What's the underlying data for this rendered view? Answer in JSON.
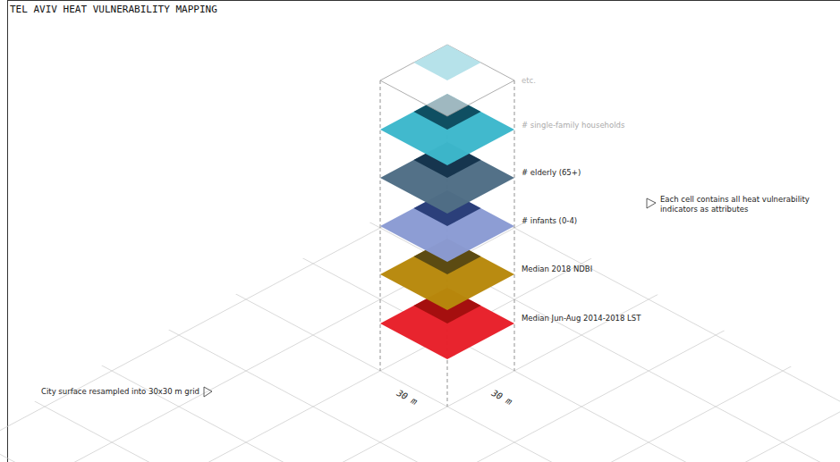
{
  "diagram": {
    "title": "TEL AVIV HEAT VULNERABILITY MAPPING",
    "labels": [
      "etc.",
      "# single-family households",
      "# elderly (65+)",
      "# infants (0-4)",
      "Median 2018 NDBI",
      "Median Jun-Aug 2014-2018 LST",
      "Each cell contains all heat vulnerability indicators as attributes",
      "City surface resampled into 30x30 m grid",
      "30 m",
      "30 m"
    ]
  }
}
